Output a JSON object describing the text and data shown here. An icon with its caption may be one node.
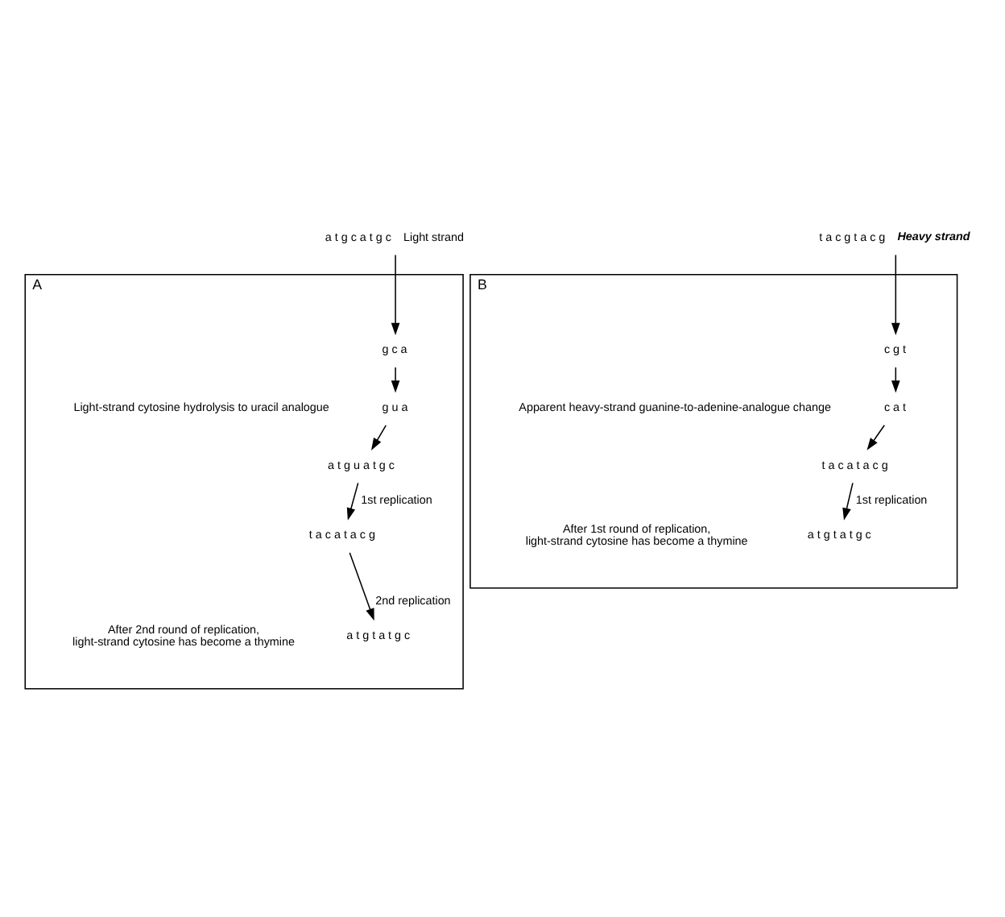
{
  "diagram": {
    "nodes": [
      {
        "text": [
          "A"
        ]
      },
      {
        "text": [
          "B"
        ]
      },
      {
        "text": [
          "a t g c a t g c"
        ],
        "beside": [
          "Light strand"
        ]
      },
      {
        "text": [
          "t a c g t a c g"
        ],
        "beside": [
          "Heavy strand"
        ]
      },
      {
        "text": [
          "g c a"
        ],
        "in": 0
      },
      {
        "text": [
          "g u a"
        ],
        "in": 0
      },
      {
        "text": [
          "a t g u a t g c"
        ],
        "in": 0
      },
      {
        "text": [
          "t a c a t a c g"
        ],
        "in": 0
      },
      {
        "text": [
          "a t g t a t g c"
        ],
        "in": 0
      },
      {
        "text": [
          "c g t"
        ],
        "in": 1
      },
      {
        "text": [
          "c a t"
        ],
        "in": 1
      },
      {
        "text": [
          "t a c a t a c g"
        ],
        "in": 1
      },
      {
        "text": [
          "a t g t a t g c"
        ],
        "in": 1
      }
    ],
    "edges": [
      {
        "from": 2,
        "to": 4,
        "arrow": "to"
      },
      {
        "from": 3,
        "to": 9,
        "arrow": "to"
      },
      {
        "from": 4,
        "to": 5,
        "arrow": "to"
      },
      {
        "from": 5,
        "to": 6,
        "arrow": "to"
      },
      {
        "from": 6,
        "to": 7,
        "label": "1st replication",
        "arrow": "to"
      },
      {
        "from": 7,
        "to": 8,
        "label": "2nd replication",
        "arrow": "to"
      },
      {
        "from": 9,
        "to": 10,
        "arrow": "to"
      },
      {
        "from": 10,
        "to": 11,
        "arrow": "to"
      },
      {
        "from": 11,
        "to": 12,
        "label": "1st replication",
        "arrow": "to"
      }
    ],
    "labels": [
      "Light-strand cytosine hydrolysis to uracil analogue",
      "Apparent heavy-strand guanine-to-adenine-analogue change",
      "After 2nd round of replication, light-strand cytosine has become a thymine",
      "After 1st round of replication, light-strand cytosine has become a thymine"
    ]
  }
}
